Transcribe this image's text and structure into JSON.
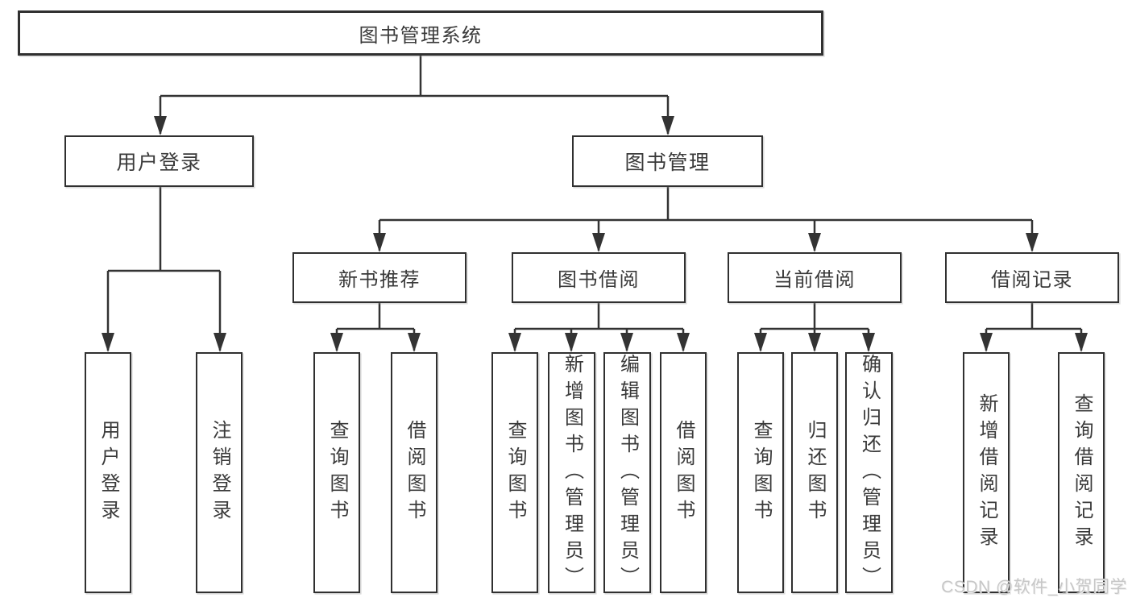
{
  "diagram": {
    "type": "hierarchy-tree",
    "tree": {
      "root": {
        "label": "图书管理系统",
        "children": [
          {
            "label": "用户登录",
            "children": [
              {
                "label": "用户登录"
              },
              {
                "label": "注销登录"
              }
            ]
          },
          {
            "label": "图书管理",
            "children": [
              {
                "label": "新书推荐",
                "children": [
                  {
                    "label": "查询图书"
                  },
                  {
                    "label": "借阅图书"
                  }
                ]
              },
              {
                "label": "图书借阅",
                "children": [
                  {
                    "label": "查询图书"
                  },
                  {
                    "label": "新增图书（管理员）"
                  },
                  {
                    "label": "编辑图书（管理员）"
                  },
                  {
                    "label": "借阅图书"
                  }
                ]
              },
              {
                "label": "当前借阅",
                "children": [
                  {
                    "label": "查询图书"
                  },
                  {
                    "label": "归还图书"
                  },
                  {
                    "label": "确认归还（管理员）"
                  }
                ]
              },
              {
                "label": "借阅记录",
                "children": [
                  {
                    "label": "新增借阅记录"
                  },
                  {
                    "label": "查询借阅记录"
                  }
                ]
              }
            ]
          }
        ]
      }
    },
    "colors": {
      "line": "#333333",
      "box_border": "#303030",
      "text": "#3a3a3a",
      "background": "#ffffff",
      "watermark": "#c7c7c7"
    }
  },
  "watermark": {
    "text": "CSDN @软件_小贺同学"
  }
}
